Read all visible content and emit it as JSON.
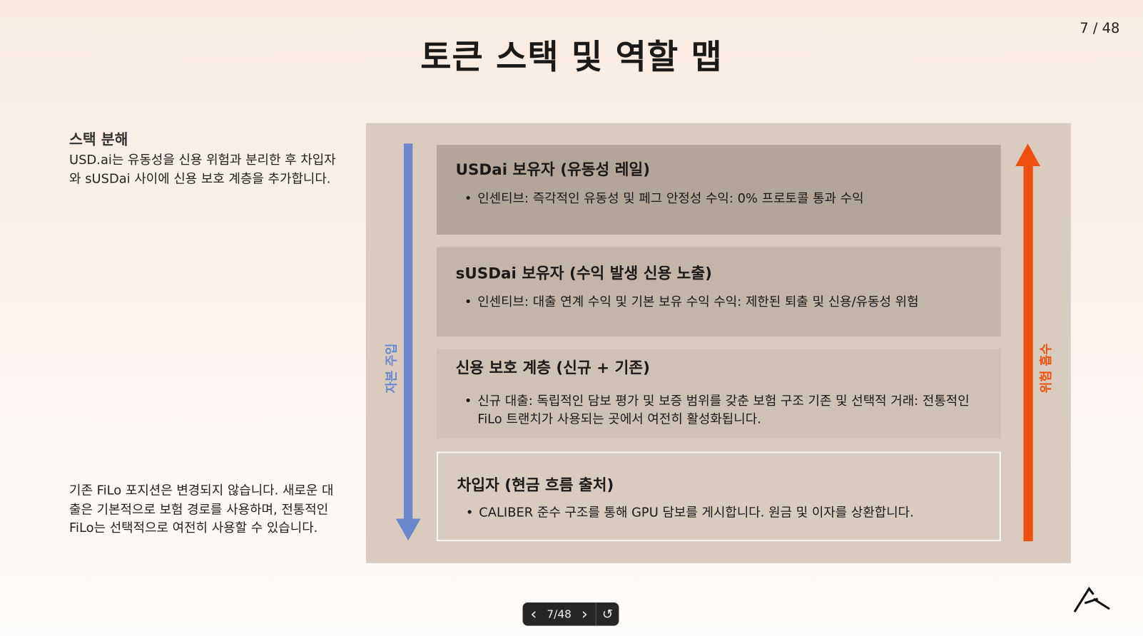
{
  "title": "토큰 스택 및 역할 맵",
  "page_indicator": "7 / 48",
  "sidebar": {
    "heading": "스택 분해",
    "intro": "USD.ai는 유동성을 신용 위험과 분리한 후 차입자와 sUSDai 사이에 신용 보호 계층을 추가합니다.",
    "note": "기존 FiLo 포지션은 변경되지 않습니다. 새로운 대출은 기본적으로 보험 경로를 사용하며, 전통적인 FiLo는 선택적으로 여전히 사용할 수 있습니다."
  },
  "diagram": {
    "left_arrow_label": "자본 주입",
    "right_arrow_label": "위험 흡수",
    "colors": {
      "left_arrow": "#6a87cc",
      "right_arrow": "#f0500f",
      "panel": "#d9ccbf"
    },
    "layers": [
      {
        "title": "USDai 보유자 (유동성 레일)",
        "bullet": "인센티브: 즉각적인 유동성 및 페그 안정성 수익: 0% 프로토콜 통과 수익",
        "color": "#b3a598"
      },
      {
        "title": "sUSDai 보유자 (수익 발생 신용 노출)",
        "bullet": "인센티브: 대출 연계 수익 및 기본 보유 수익 수익: 제한된 퇴출 및 신용/유동성 위험",
        "color": "#c3b5a8"
      },
      {
        "title": "신용 보호 계층 (신규 + 기존)",
        "bullet": "신규 대출: 독립적인 담보 평가 및 보증 범위를 갖춘 보험 구조 기존 및 선택적 거래: 전통적인 FiLo 트랜치가 사용되는 곳에서 여전히 활성화됩니다.",
        "color": "#cfc1b4"
      },
      {
        "title": "차입자 (현금 흐름 출처)",
        "bullet": "CALIBER 준수 구조를 통해 GPU 담보를 게시합니다. 원금 및 이자를 상환합니다.",
        "color": "#d9ccbf"
      }
    ]
  },
  "nav": {
    "prev": "‹",
    "page": "7/48",
    "next": "›",
    "reset": "↺"
  }
}
